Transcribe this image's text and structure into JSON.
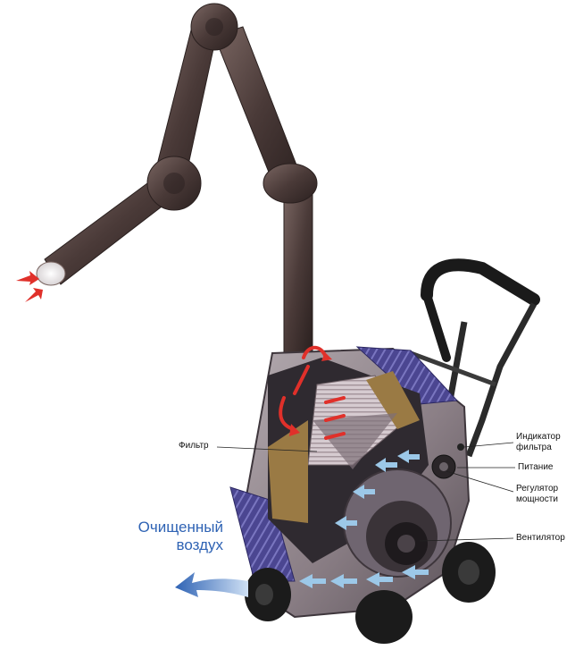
{
  "labels": {
    "filter": "Фильтр",
    "filter_indicator_line1": "Индикатор",
    "filter_indicator_line2": "фильтра",
    "power": "Питание",
    "power_regulator_line1": "Регулятор",
    "power_regulator_line2": "мощности",
    "fan": "Вентилятор",
    "clean_air_line1": "Очищенный",
    "clean_air_line2": "воздух"
  },
  "colors": {
    "arm": "#4a3a38",
    "housing": "#8b7f86",
    "panel": "#4b4691",
    "intake_arrow": "#e0302a",
    "clean_air": "#2f63b4",
    "airflow": "#9cc8e8",
    "filter": "#9a7a44"
  }
}
